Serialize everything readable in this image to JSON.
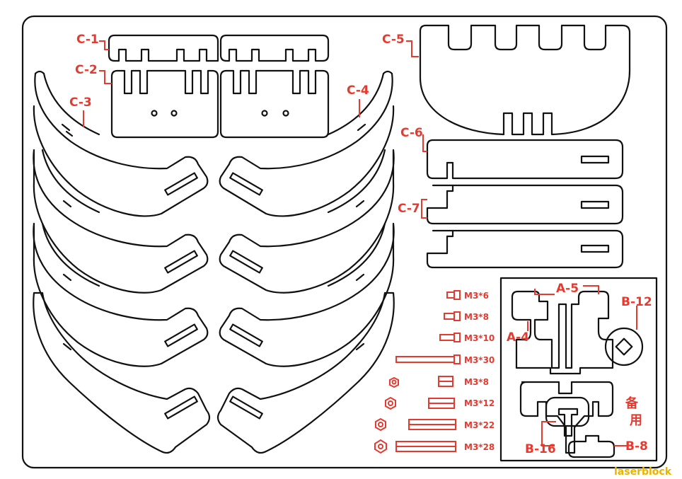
{
  "parts": {
    "c1": "C-1",
    "c2": "C-2",
    "c3": "C-3",
    "c4": "C-4",
    "c5": "C-5",
    "c6": "C-6",
    "c7": "C-7",
    "a5": "A-5",
    "a4": "A-4",
    "b12": "B-12",
    "b16": "B-16",
    "b8": "B-8"
  },
  "hardware": [
    "M3*6",
    "M3*8",
    "M3*10",
    "M3*30",
    "M3*8",
    "M3*12",
    "M3*22",
    "M3*28"
  ],
  "spare": {
    "char1": "备",
    "char2": "用"
  },
  "brand": "laserblock",
  "colors": {
    "label": "#e53a2f",
    "cut": "#111111",
    "brand": "#e8b400"
  }
}
